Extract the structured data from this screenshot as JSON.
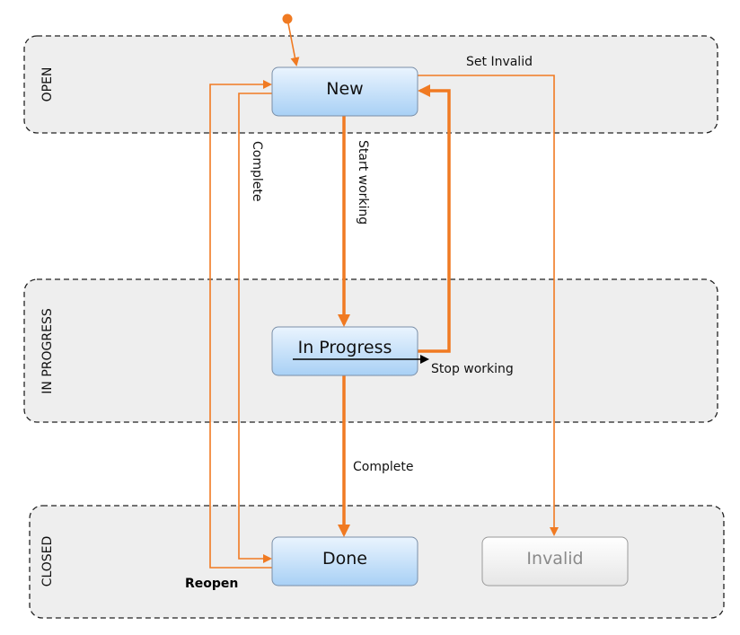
{
  "lanes": {
    "open": "OPEN",
    "in_progress": "IN PROGRESS",
    "closed": "CLOSED"
  },
  "states": {
    "new": "New",
    "in_progress": "In Progress",
    "done": "Done",
    "invalid": "Invalid"
  },
  "transitions": {
    "set_invalid": "Set Invalid",
    "complete_from_new": "Complete",
    "start_working": "Start working",
    "stop_working": "Stop working",
    "complete": "Complete",
    "reopen": "Reopen"
  },
  "colors": {
    "accent": "#f07a22",
    "lane_fill": "#eeeeee",
    "state_fill_top": "#eaf4fe",
    "state_fill_bottom": "#a8d0f5",
    "invalid_fill": "#f4f4f4"
  }
}
